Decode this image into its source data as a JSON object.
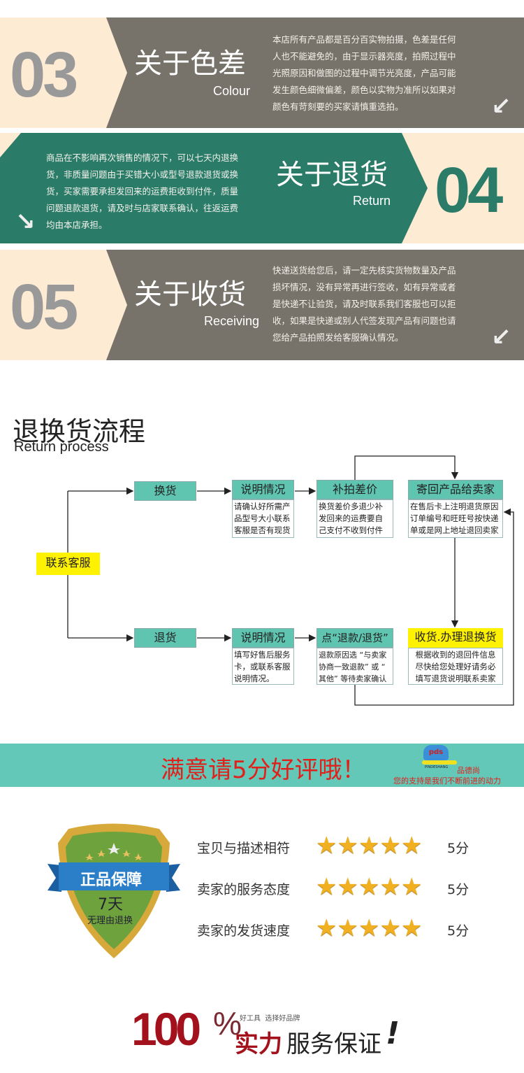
{
  "sections": [
    {
      "num": "03",
      "title": "关于色差",
      "subtitle": "Colour",
      "lines": [
        "本店所有产品都是百分百实物拍摄，色差是任何",
        "人也不能避免的，由于显示器亮度，拍照过程中",
        "光照原因和做图的过程中调节光亮度，产品可能",
        "发生颜色细微偏差，颜色以实物为准所以如果对",
        "颜色有苛刻要的买家请慎重选拍。"
      ],
      "arrow": "↙"
    },
    {
      "num": "04",
      "title": "关于退货",
      "subtitle": "Return",
      "lines": [
        "商品在不影响再次销售的情况下，可以七天内退换",
        "货，非质量问题由于买错大小或型号退款退货或换",
        "货，买家需要承担发回来的运费拒收到付件，质量",
        "问题退款退货，请及时与店家联系确认，往返运费",
        "均由本店承担。"
      ],
      "arrow": "↘"
    },
    {
      "num": "05",
      "title": "关于收货",
      "subtitle": "Receiving",
      "lines": [
        "快递送货给您后，请一定先核实货物数量及产品",
        "损坏情况，没有异常再进行签收，如有异常或者",
        "是快递不让验货，请及时联系我们客服也可以拒",
        "收，如果是快递或别人代签发现产品有问题也请",
        "您给产品拍照发给客服确认情况。"
      ],
      "arrow": "↙"
    }
  ],
  "process": {
    "title": "退换货流程",
    "subtitle": "Return process",
    "contact": "联系客服",
    "exchange": "换货",
    "refund": "退货",
    "ex_explain": {
      "title": "说明情况",
      "lines": [
        "请确认好所需产",
        "品型号大小联系",
        "客服是否有现货"
      ]
    },
    "ex_pay": {
      "title": "补拍差价",
      "lines": [
        "换货差价多退少补",
        "发回来的运费要自",
        "己支付不收到付件"
      ]
    },
    "ex_send": {
      "title": "寄回产品给卖家",
      "lines": [
        "在售后卡上注明退货原因",
        "订单编号和旺旺号按快递",
        "单或是网上地址退回卖家"
      ]
    },
    "rf_explain": {
      "title": "说明情况",
      "lines": [
        "填写好售后服务",
        "卡，或联系客服",
        "说明情况。"
      ]
    },
    "rf_click": {
      "title": "点“退款/退货”",
      "lines": [
        "退款原因选 “与卖家",
        "协商一致退款” 或 “",
        "其他” 等待卖家确认"
      ]
    },
    "rf_receive": {
      "title": "收货.办理退换货",
      "lines": [
        "根据收到的退回件信息",
        "尽快给您处理好请务必",
        "填写退货说明联系卖家"
      ]
    }
  },
  "banner": {
    "text": "满意请5分好评哦！",
    "logo_mark": "pds",
    "logo_brand": "PINDESHANG",
    "logo_name": "品德尚",
    "slogan": "您的支持是我们不断前进的动力"
  },
  "badge": {
    "ribbon": "正品保障",
    "days": "7天",
    "text": "无理由退换"
  },
  "ratings": [
    {
      "label": "宝贝与描述相符",
      "stars": 5,
      "score": "5分"
    },
    {
      "label": "卖家的服务态度",
      "stars": 5,
      "score": "5分"
    },
    {
      "label": "卖家的发货速度",
      "stars": 5,
      "score": "5分"
    }
  ],
  "footer": {
    "percent": "100",
    "percent_sign": "%",
    "tagline": "好工具  选择好品牌",
    "strong": "实力",
    "rest": "服务保证",
    "exclaim": "!"
  },
  "colors": {
    "gray": "#77736a",
    "teal": "#2a7c69",
    "beige": "#fdebd3",
    "flow_box": "#5fc4b0",
    "banner": "#64c8b8",
    "banner_text": "#e0201a"
  }
}
